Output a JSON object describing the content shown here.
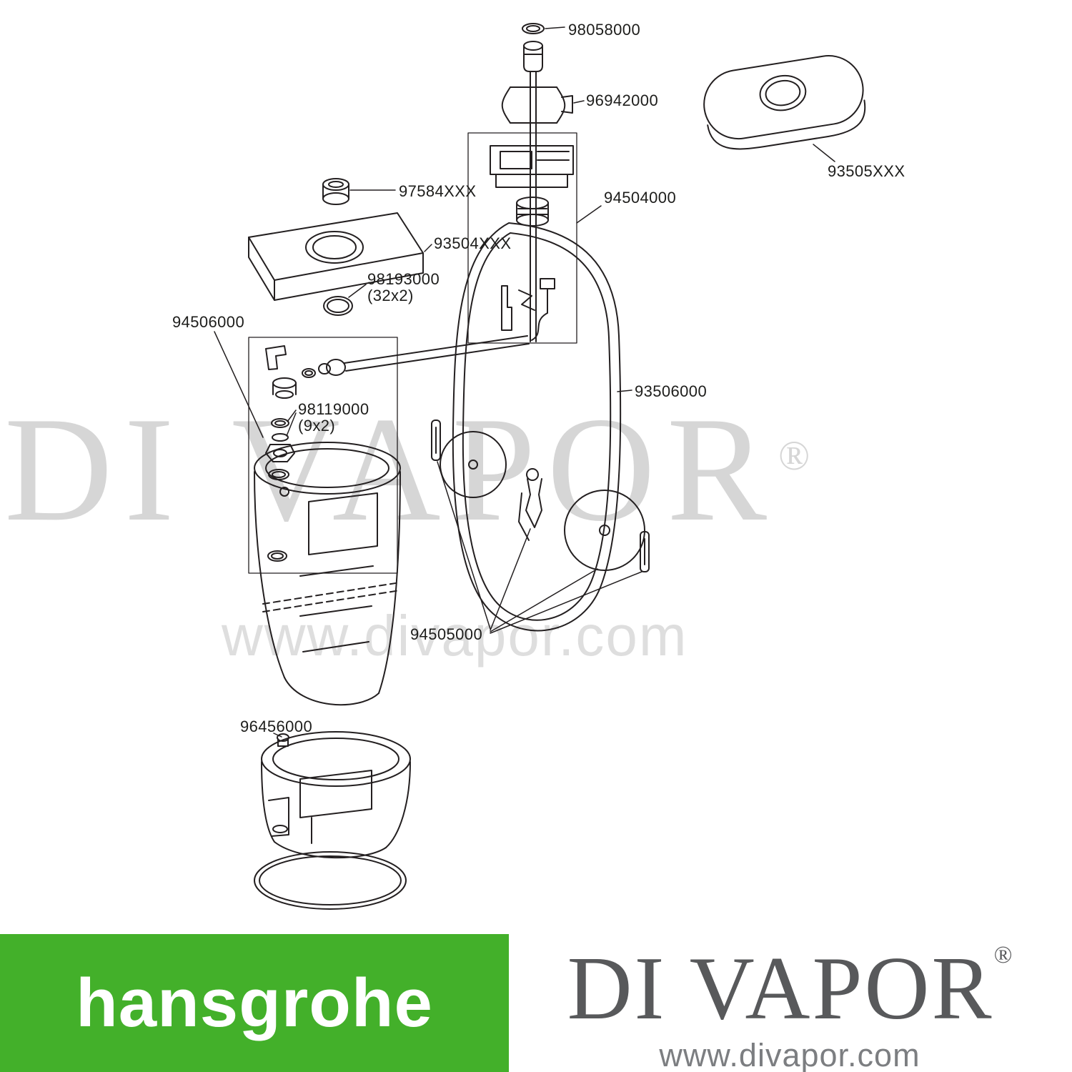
{
  "page": {
    "background": "#ffffff",
    "line_color": "#231f20"
  },
  "diagram": {
    "labels": {
      "l98058000": {
        "text": "98058000"
      },
      "l96942000": {
        "text": "96942000"
      },
      "l97584XXX": {
        "text": "97584XXX"
      },
      "l93504XXX": {
        "text": "93504XXX"
      },
      "l98193000": {
        "text": "98193000",
        "sub": "(32x2)"
      },
      "l94504000": {
        "text": "94504000"
      },
      "l93505XXX": {
        "text": "93505XXX"
      },
      "l94506000": {
        "text": "94506000"
      },
      "l98119000": {
        "text": "98119000",
        "sub": "(9x2)"
      },
      "l93506000": {
        "text": "93506000"
      },
      "l94505000": {
        "text": "94505000"
      },
      "l96456000": {
        "text": "96456000"
      }
    }
  },
  "watermark": {
    "logo": "DI VAPOR",
    "reg": "®",
    "url": "www.divapor.com",
    "logo_color": "#d6d6d6",
    "url_color": "#dedede"
  },
  "footer": {
    "hansgrohe": {
      "label": "hansgrohe",
      "bg_color": "#43b02a",
      "text_color": "#ffffff"
    },
    "divapor": {
      "logo": "DI VAPOR",
      "reg": "®",
      "url": "www.divapor.com",
      "logo_color": "#58595b",
      "url_color": "#7c7e81"
    }
  }
}
